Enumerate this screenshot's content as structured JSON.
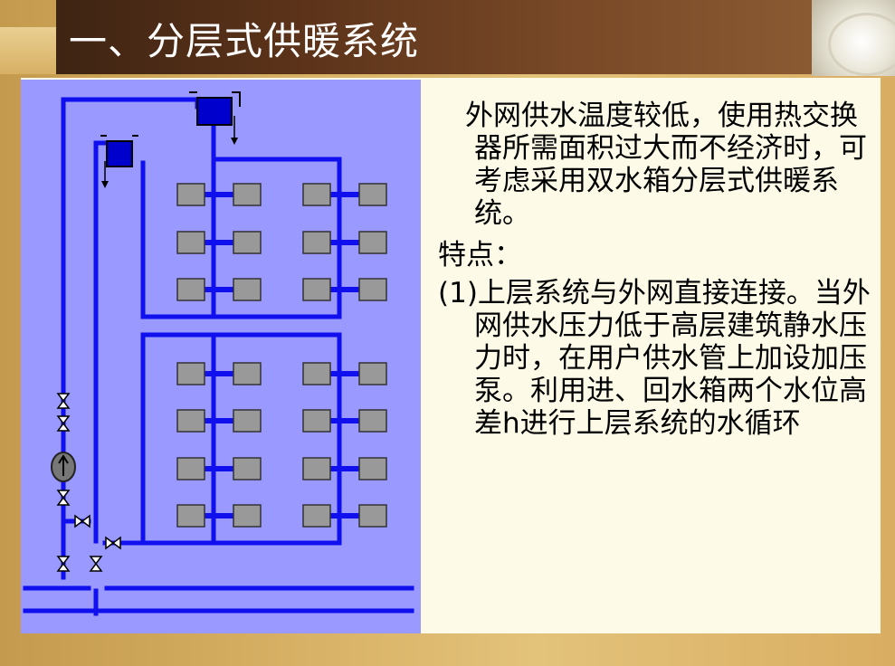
{
  "slide": {
    "title": "一、分层式供暖系统"
  },
  "text": {
    "intro": "外网供水温度较低，使用热交换器所需面积过大而不经济时，可考虑采用双水箱分层式供暖系统。",
    "features_label": "特点：",
    "point1": "(1)上层系统与外网直接连接。当外网供水压力低于高层建筑静水压力时，在用户供水管上加设加压泵。利用进、回水箱两个水位高差h进行上层系统的水循环"
  },
  "diagram": {
    "pipe_color": "#1010ee",
    "background_color": "#9999ff",
    "radiator_color": "#999999",
    "pump_symbol": "pump-icon",
    "valve_symbol": "valve-icon",
    "upper_radiator_rows": 3,
    "lower_radiator_rows": 4,
    "radiator_columns": 2
  }
}
